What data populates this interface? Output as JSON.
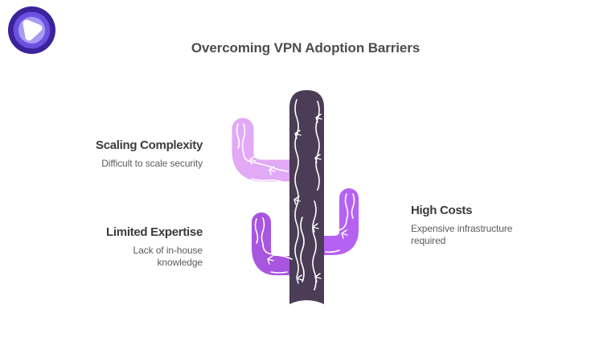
{
  "title": "Overcoming VPN Adoption Barriers",
  "logo": {
    "name": "vpn-brand-logo",
    "colors": {
      "outer": "#3b239c",
      "mid": "#6c51e0",
      "inner": "#a89bf2",
      "core": "#ffffff"
    }
  },
  "barriers": [
    {
      "heading": "Scaling Complexity",
      "description": "Difficult to scale security"
    },
    {
      "heading": "Limited Expertise",
      "description": "Lack of in-house knowledge"
    },
    {
      "heading": "High Costs",
      "description": "Expensive infrastructure required"
    }
  ],
  "illustration": {
    "name": "cactus",
    "colors": {
      "trunk": "#4b3d55",
      "arm_upper_left": "#e2a9f7",
      "arm_lower_left": "#a855e0",
      "arm_right": "#b562f2",
      "ridges": "#ffffff"
    }
  }
}
